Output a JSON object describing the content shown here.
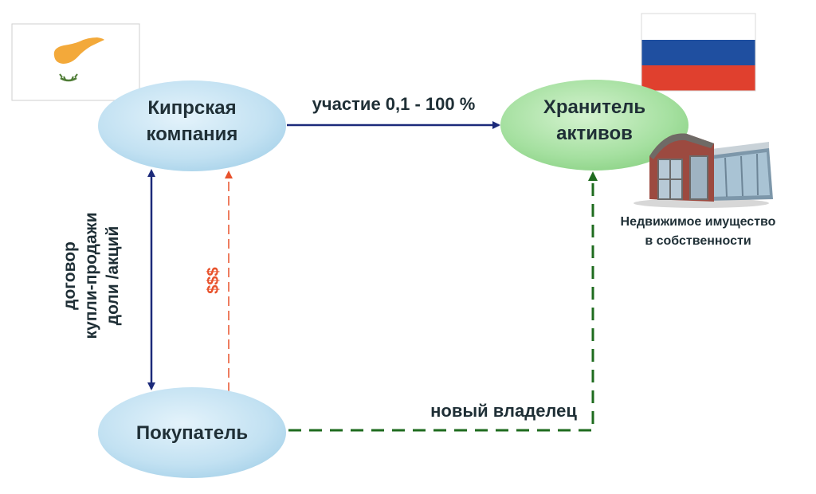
{
  "nodes": {
    "cyprus_company": {
      "line1": "Кипрская",
      "line2": "компания"
    },
    "asset_holder": {
      "line1": "Хранитель",
      "line2": "активов"
    },
    "buyer": {
      "label": "Покупатель"
    }
  },
  "edges": {
    "participation": {
      "label": "участие 0,1 - 100 %"
    },
    "contract": {
      "line1": "договор",
      "line2": "купли-продажи",
      "line3": "доли /акций"
    },
    "payment": {
      "label": "$$$"
    },
    "new_owner": {
      "label": "новый владелец"
    }
  },
  "property": {
    "line1": "Недвижимое имущество",
    "line2": "в собственности"
  },
  "flags": {
    "cyprus": {
      "icon": "cyprus-flag-icon"
    },
    "russia": {
      "icon": "russia-flag-icon",
      "colors": [
        "#ffffff",
        "#1f4fa0",
        "#e0402e"
      ]
    }
  },
  "colors": {
    "blue_node": "#c2e1f2",
    "green_node": "#a5e0a0",
    "arrow_blue": "#1c2a7a",
    "arrow_red": "#e8522c",
    "arrow_green": "#1e6b1e",
    "text_dark": "#1f2f36"
  }
}
